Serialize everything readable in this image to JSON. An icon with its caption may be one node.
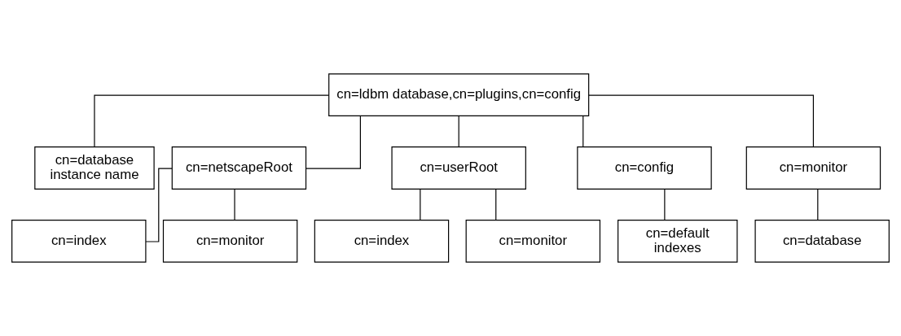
{
  "diagram": {
    "nodes": [
      {
        "text": [
          "cn=ldbm database,cn=plugins,cn=config"
        ]
      },
      {
        "text": [
          "cn=database instance name"
        ]
      },
      {
        "text": [
          "cn=netscapeRoot"
        ]
      },
      {
        "text": [
          "cn=userRoot"
        ]
      },
      {
        "text": [
          "cn=config"
        ]
      },
      {
        "text": [
          "cn=monitor"
        ]
      },
      {
        "text": [
          "cn=index"
        ]
      },
      {
        "text": [
          "cn=monitor"
        ]
      },
      {
        "text": [
          "cn=default indexes"
        ]
      },
      {
        "text": [
          "cn=database"
        ]
      },
      {
        "text": [
          "cn=index"
        ]
      },
      {
        "text": [
          "cn=monitor"
        ]
      }
    ],
    "edges": [
      {
        "from": 0,
        "to": 1,
        "arrow": "none"
      },
      {
        "from": 0,
        "to": 2,
        "arrow": "none"
      },
      {
        "from": 0,
        "to": 3,
        "arrow": "none"
      },
      {
        "from": 0,
        "to": 4,
        "arrow": "none"
      },
      {
        "from": 0,
        "to": 5,
        "arrow": "none"
      },
      {
        "from": 2,
        "to": 6,
        "arrow": "none"
      },
      {
        "from": 2,
        "to": 7,
        "arrow": "none"
      },
      {
        "from": 4,
        "to": 8,
        "arrow": "none"
      },
      {
        "from": 5,
        "to": 9,
        "arrow": "none"
      },
      {
        "from": 3,
        "to": 10,
        "arrow": "none"
      },
      {
        "from": 3,
        "to": 11,
        "arrow": "none"
      }
    ]
  }
}
